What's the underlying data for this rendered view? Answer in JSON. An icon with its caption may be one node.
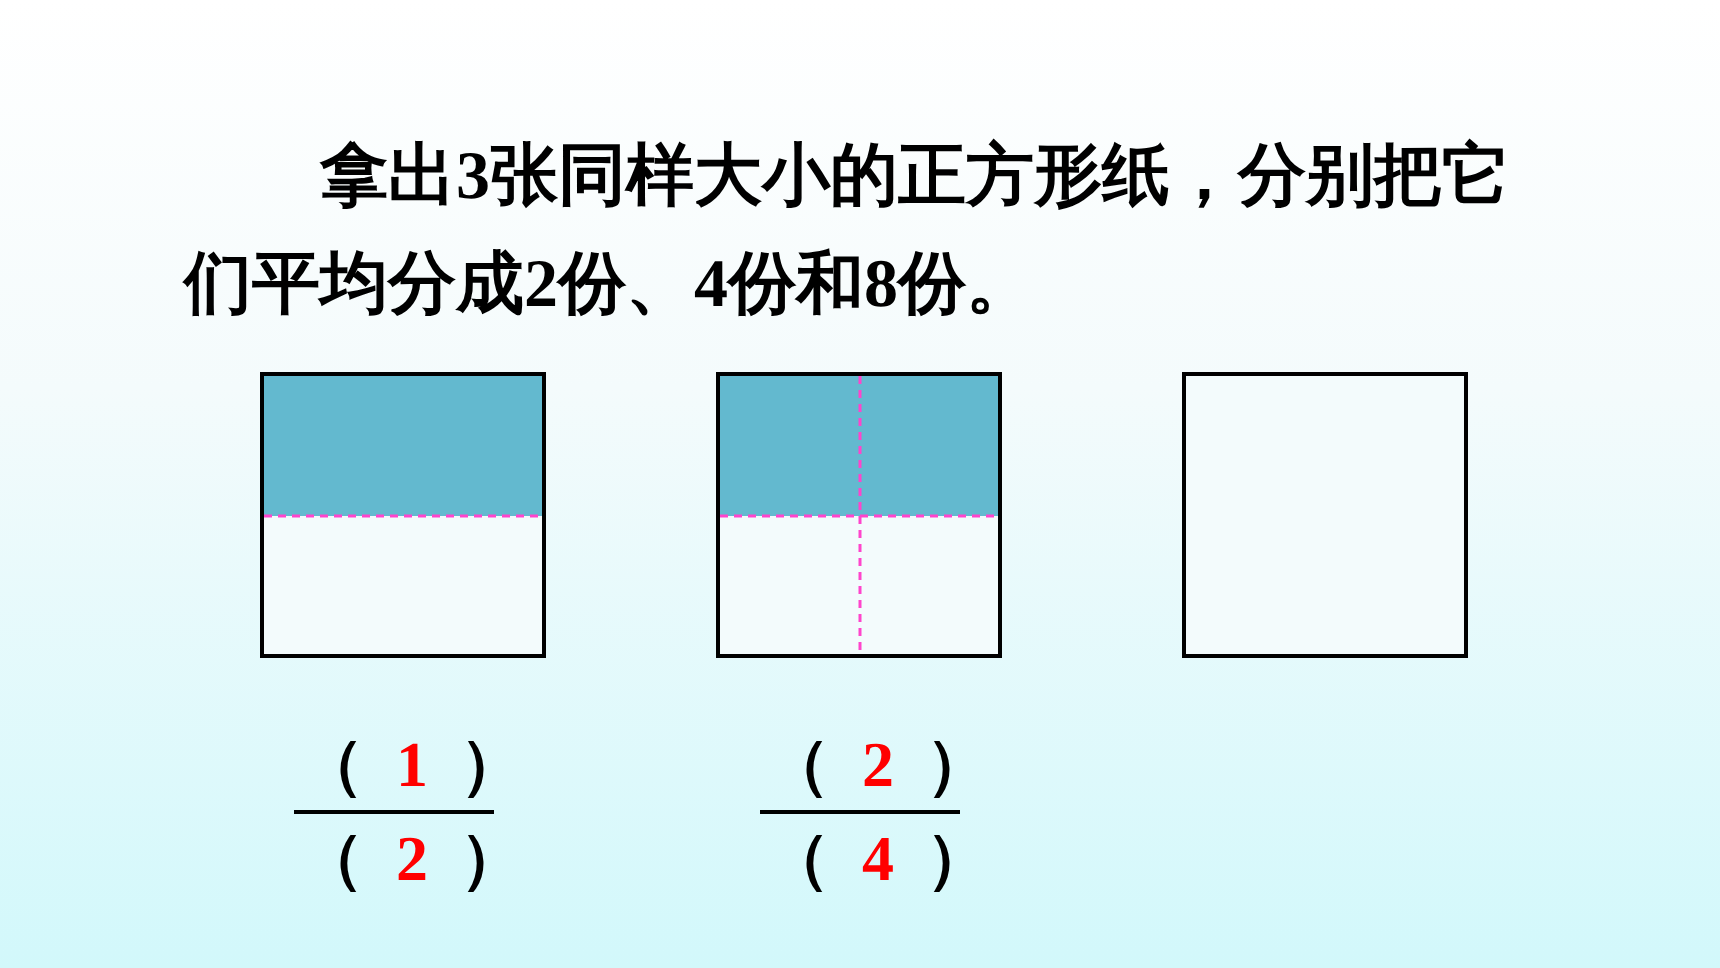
{
  "diagram": {
    "nodes": [
      {
        "text": [],
        "shape": "box"
      },
      {
        "text": [],
        "shape": "box"
      },
      {
        "text": [],
        "shape": "box"
      }
    ],
    "labels": [
      "拿出3张同样大小的正方形纸，分别把它们平均分成2份、4份和8份。",
      "（ 1 ）",
      "（ 2 ）",
      "（ 2 ）",
      "（ 4 ）"
    ]
  }
}
